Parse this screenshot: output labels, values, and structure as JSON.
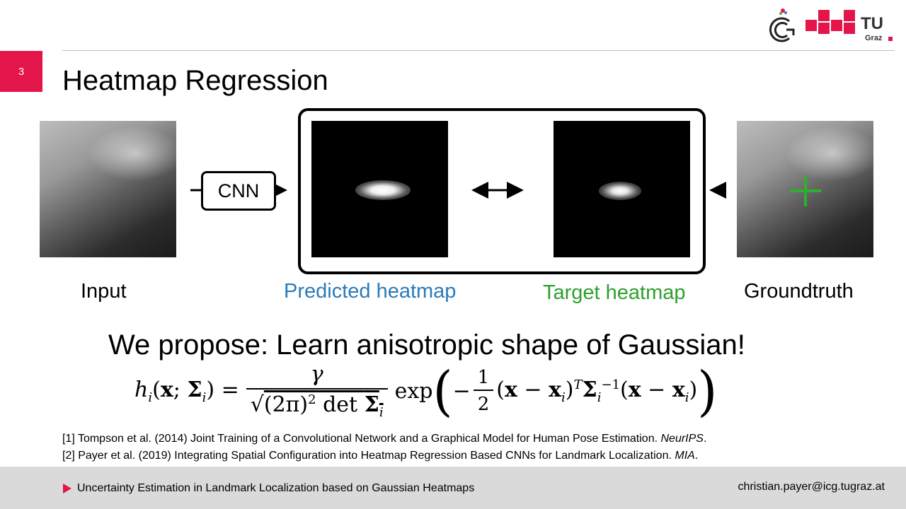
{
  "slide": {
    "number": "3",
    "title": "Heatmap Regression"
  },
  "colors": {
    "accent": "#e4154b",
    "predicted": "#2b7bb9",
    "target": "#2fa02f",
    "landmark": "#2db12d",
    "footer_bg": "#dadada"
  },
  "logo": {
    "brand": "TU",
    "sub": "Graz"
  },
  "diagram": {
    "cnn_label": "CNN",
    "captions": {
      "input": "Input",
      "predicted": "Predicted heatmap",
      "target": "Target heatmap",
      "groundtruth": "Groundtruth"
    }
  },
  "proposal": "We propose: Learn anisotropic shape of Gaussian!",
  "references": [
    {
      "prefix": "[1] Tompson et al. (2014) Joint Training of a Convolutional Network and a Graphical Model for Human Pose Estimation. ",
      "venue": "NeurIPS",
      "suffix": "."
    },
    {
      "prefix": "[2] Payer et al. (2019) Integrating Spatial Configuration into Heatmap Regression Based CNNs for Landmark Localization. ",
      "venue": "MIA",
      "suffix": "."
    }
  ],
  "footer": {
    "title": "Uncertainty Estimation in Landmark Localization based on Gaussian Heatmaps",
    "email": "christian.payer@icg.tugraz.at"
  }
}
